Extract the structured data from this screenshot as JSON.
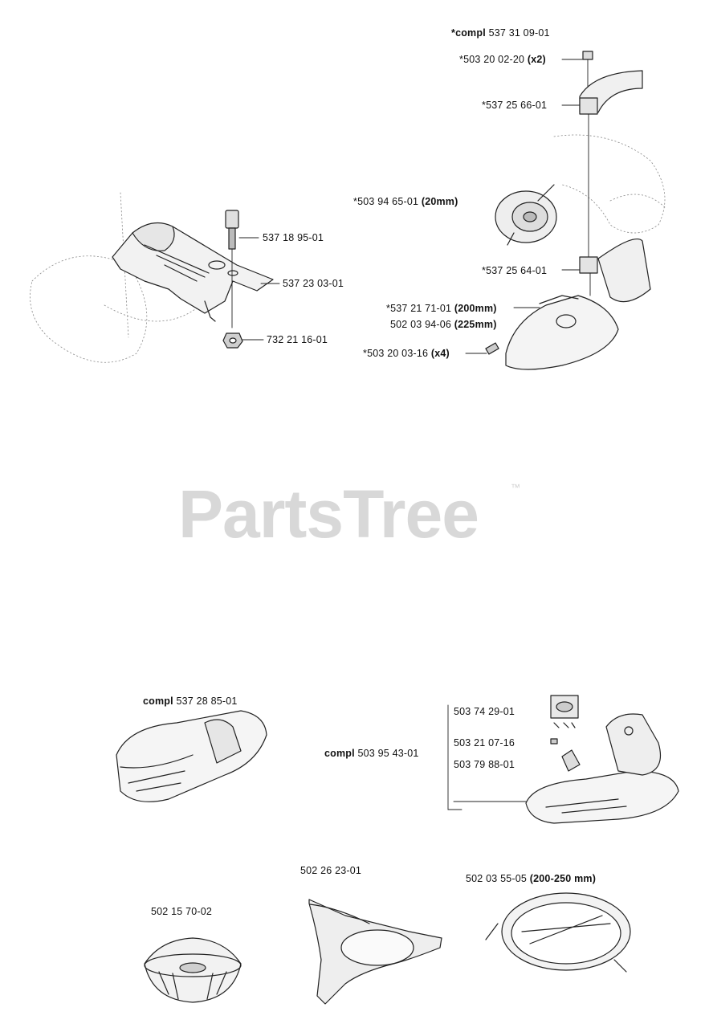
{
  "watermark": {
    "text": "PartsTree",
    "tm": "™"
  },
  "parts": {
    "compl_537_31_09": {
      "prefix": "*compl",
      "num": "537 31 09-01"
    },
    "p503_20_02_20": {
      "num": "*503 20 02-20",
      "qty": "(x2)"
    },
    "p537_25_66": {
      "num": "*537 25 66-01"
    },
    "p503_94_65": {
      "num": "*503 94 65-01",
      "size": "(20mm)"
    },
    "p537_25_64": {
      "num": "*537 25 64-01"
    },
    "p537_21_71": {
      "num": "*537 21 71-01",
      "size": "(200mm)"
    },
    "p502_03_94": {
      "num": "502 03 94-06",
      "size": "(225mm)"
    },
    "p503_20_03_16": {
      "num": "*503 20 03-16",
      "qty": "(x4)"
    },
    "p537_18_95": {
      "num": "537 18 95-01"
    },
    "p537_23_03": {
      "num": "537 23 03-01"
    },
    "p732_21_16": {
      "num": "732 21 16-01"
    },
    "compl_537_28_85": {
      "prefix": "compl",
      "num": "537 28 85-01"
    },
    "compl_503_95_43": {
      "prefix": "compl",
      "num": "503 95 43-01"
    },
    "p503_74_29": {
      "num": "503 74 29-01"
    },
    "p503_21_07": {
      "num": "503 21 07-16"
    },
    "p503_79_88": {
      "num": "503 79 88-01"
    },
    "p502_26_23": {
      "num": "502 26 23-01"
    },
    "p502_15_70": {
      "num": "502 15 70-02"
    },
    "p502_03_55": {
      "num": "502 03 55-05",
      "size": "(200-250 mm)"
    }
  }
}
